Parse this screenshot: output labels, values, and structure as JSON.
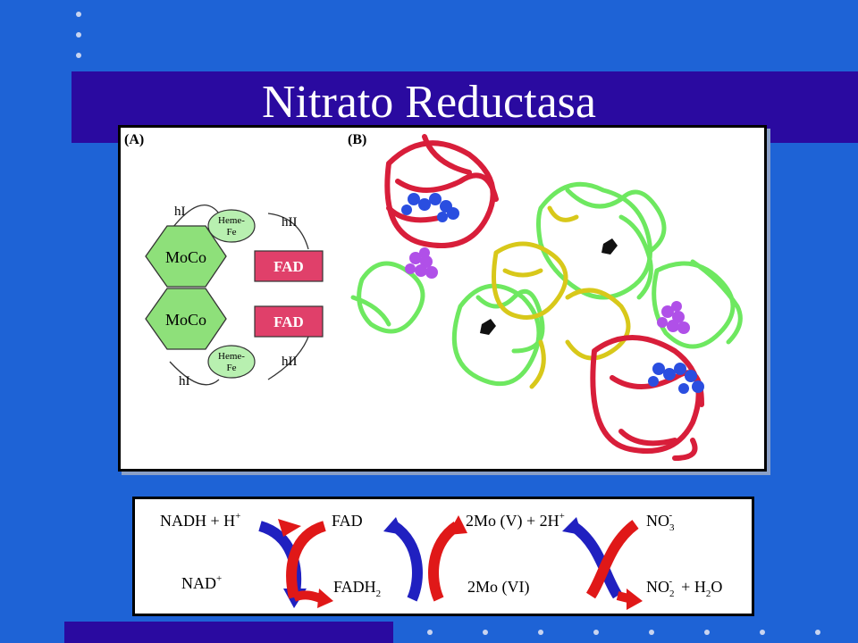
{
  "slide": {
    "title": "Nitrato Reductasa"
  },
  "colors": {
    "background": "#1e63d6",
    "title_bar": "#2a0aa0",
    "moco_fill": "#8ee07a",
    "heme_fill": "#b8f0b0",
    "fad_fill": "#e0406a",
    "protein_red": "#d81e3a",
    "protein_green": "#6ee860",
    "protein_yellow": "#d8c81a",
    "atom_blue": "#2a4ee0",
    "atom_purple": "#b050e8",
    "arrow_red": "#e01818",
    "arrow_blue": "#2020c0"
  },
  "panel_a": {
    "label": "(A)",
    "moco_top": "MoCo",
    "moco_bottom": "MoCo",
    "heme_top": [
      "Heme-",
      "Fe"
    ],
    "heme_bottom": [
      "Heme-",
      "Fe"
    ],
    "fad_top": "FAD",
    "fad_bottom": "FAD",
    "hinge_top_left": "hI",
    "hinge_top_right": "hII",
    "hinge_bottom_left": "hI",
    "hinge_bottom_right": "hII"
  },
  "panel_b": {
    "label": "(B)"
  },
  "reactions": {
    "nadh": "NADH + H",
    "nadh_sup": "+",
    "nad": "NAD",
    "nad_sup": "+",
    "fad": "FAD",
    "fadh2": "FADH",
    "fadh2_sub": "2",
    "mo5": "2Mo (V) + 2H",
    "mo5_sup": "+",
    "mo6": "2Mo (VI)",
    "no3": "NO",
    "no3_sub": "3",
    "no3_sup": "-",
    "no2": "NO",
    "no2_sub": "2",
    "no2_sup": "-",
    "h2o": "+ H",
    "h2o_sub": "2",
    "h2o_o": "O"
  }
}
